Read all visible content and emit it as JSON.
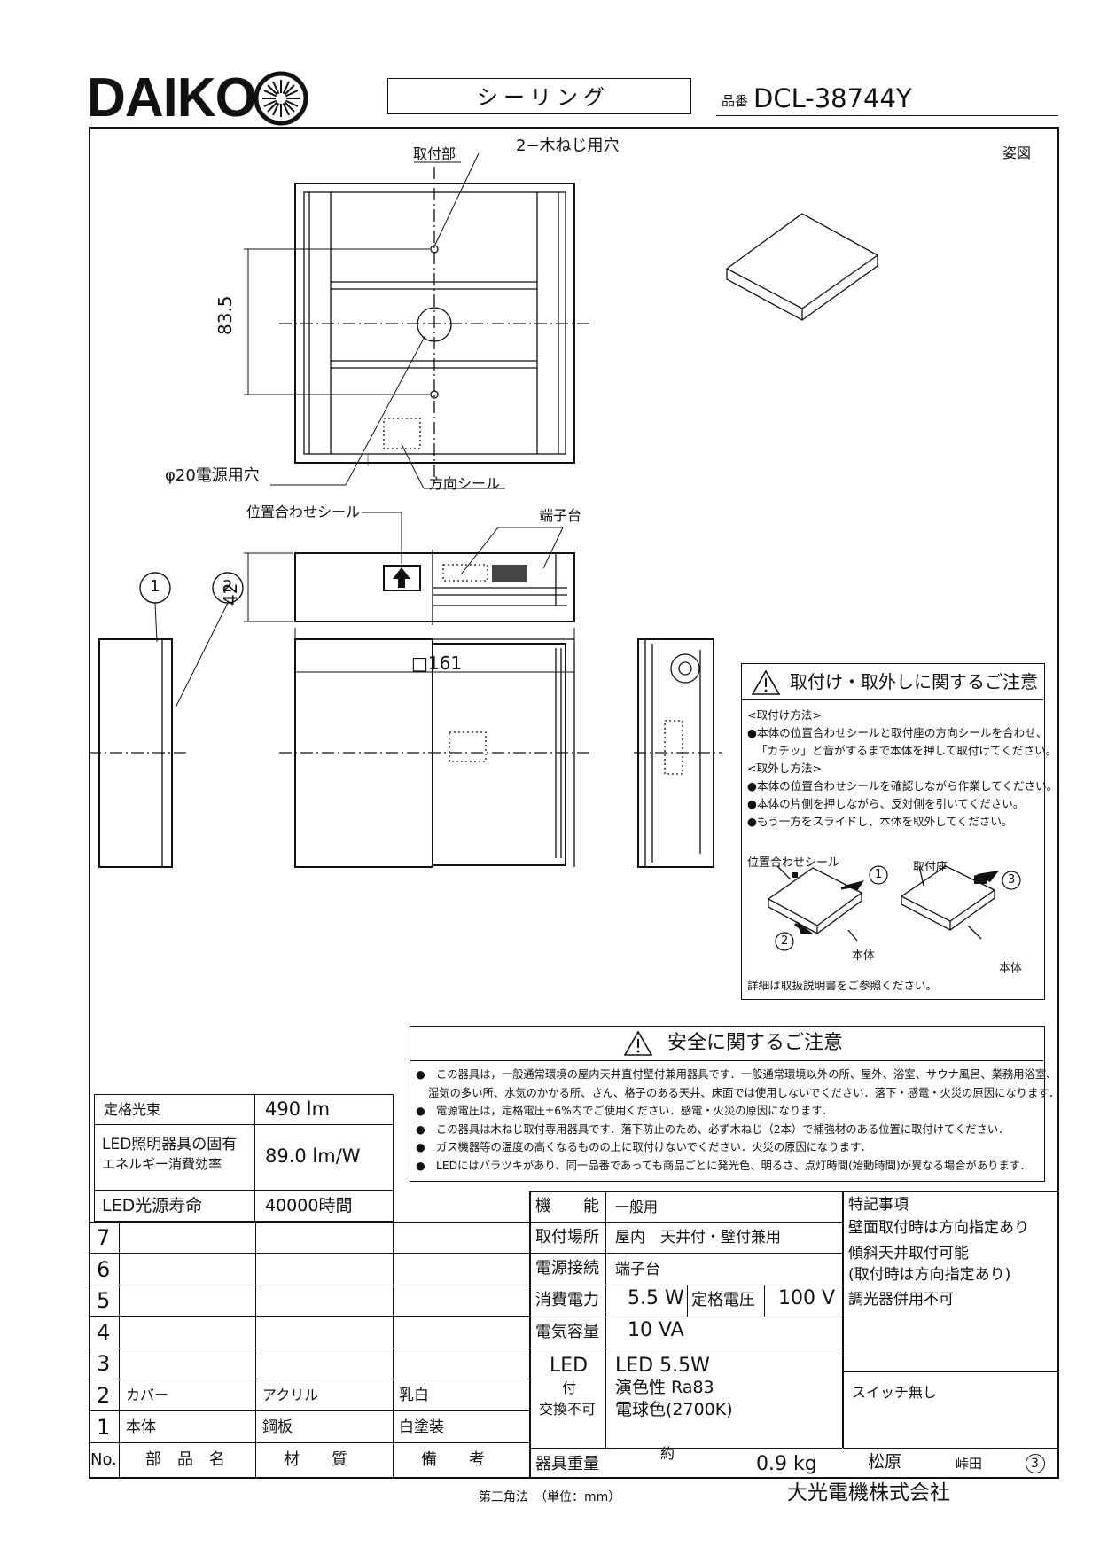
{
  "header": {
    "brand": "DAIKO",
    "product_type": "シーリング",
    "model_prefix": "品番",
    "model_number": "DCL-38744Y"
  },
  "drawing": {
    "perspective_label": "姿図",
    "mount_part": "取付部",
    "wood_screw_holes": "2−木ねじ用穴",
    "dim_835": "83.5",
    "power_hole": "φ20電源用穴",
    "direction_seal": "方向シール",
    "alignment_seal": "位置合わせシール",
    "terminal_block": "端子台",
    "dim_42": "42",
    "dim_161": "□161",
    "callout_1": "1",
    "callout_2": "2"
  },
  "install_note": {
    "title": "取付け・取外しに関するご注意",
    "lines": [
      "<取付け方法>",
      "●本体の位置合わせシールと取付座の方向シールを合わせ、",
      "「カチッ」と音がするまで本体を押して取付けてください。",
      "<取外し方法>",
      "●本体の位置合わせシールを確認しながら作業してください。",
      "●本体の片側を押しながら、反対側を引いてください。",
      "●もう一方をスライドし、本体を取外してください。"
    ],
    "fig1_seal": "位置合わせシール",
    "fig1_body": "本体",
    "fig2_base": "取付座",
    "fig2_body": "本体",
    "step1": "1",
    "step2": "2",
    "step3": "3",
    "footer": "詳細は取扱説明書をご参照ください。"
  },
  "safety_note": {
    "title": "安全に関するご注意",
    "items": [
      "この器具は，一般通常環境の屋内天井直付壁付兼用器具です．一般通常環境以外の所、屋外、浴室、サウナ風呂、業務用浴室、",
      "湿気の多い所、水気のかかる所、さん、格子のある天井、床面では使用しないでください．落下・感電・火災の原因になります．",
      "電源電圧は，定格電圧±6%内でご使用ください．感電・火災の原因になります．",
      "この器具は木ねじ取付専用器具です．落下防止のため、必ず木ねじ（2本）で補強材のある位置に取付けてください．",
      "ガス機器等の温度の高くなるものの上に取付けないでください．火災の原因になります．",
      "LEDにはバラツキがあり、同一品番であっても商品ごとに発光色、明るさ、点灯時間(始動時間)が異なる場合があります．"
    ]
  },
  "perf_table": {
    "rows": [
      {
        "label": "定格光束",
        "value": "490  lm"
      },
      {
        "label": "LED照明器具の固有エネルギー消費効率",
        "label1": "LED照明器具の固有",
        "label2": "エネルギー消費効率",
        "value": "89.0  lm/W"
      },
      {
        "label": "LED光源寿命",
        "value": "40000時間"
      }
    ]
  },
  "parts_table": {
    "header": {
      "no": "No.",
      "name": "部　品　名",
      "material": "材　　質",
      "remark": "備　　考"
    },
    "rows": [
      {
        "no": "7",
        "name": "",
        "material": "",
        "remark": ""
      },
      {
        "no": "6",
        "name": "",
        "material": "",
        "remark": ""
      },
      {
        "no": "5",
        "name": "",
        "material": "",
        "remark": ""
      },
      {
        "no": "4",
        "name": "",
        "material": "",
        "remark": ""
      },
      {
        "no": "3",
        "name": "",
        "material": "",
        "remark": ""
      },
      {
        "no": "2",
        "name": "カバー",
        "material": "アクリル",
        "remark": "乳白"
      },
      {
        "no": "1",
        "name": "本体",
        "material": "鋼板",
        "remark": "白塗装"
      }
    ]
  },
  "spec_table": {
    "function_label": "機　　能",
    "function_value": "一般用",
    "mount_label": "取付場所",
    "mount_value": "屋内　天井付・壁付兼用",
    "power_label": "電源接続",
    "power_value": "端子台",
    "consumption_label": "消費電力",
    "consumption_value": "5.5 W",
    "rated_voltage_label": "定格電圧",
    "rated_voltage_value": "100 V",
    "capacity_label": "電気容量",
    "capacity_value": "10  VA",
    "led_label1": "LED",
    "led_label2": "付",
    "led_label3": "交換不可",
    "led_value1": "LED  5.5W",
    "led_value2": "演色性  Ra83",
    "led_value3": "電球色(2700K)",
    "weight_label": "器具重量",
    "weight_approx": "約",
    "weight_value": "0.9  kg"
  },
  "notes": {
    "title": "特記事項",
    "lines": [
      "壁面取付時は方向指定あり",
      "傾斜天井取付可能",
      "(取付時は方向指定あり)",
      "調光器併用不可"
    ],
    "switch": "スイッチ無し"
  },
  "signoff": {
    "name1": "松原",
    "name2": "峠田",
    "rev": "3"
  },
  "footer": {
    "projection": "第三角法　（単位：mm）",
    "company": "大光電機株式会社"
  }
}
